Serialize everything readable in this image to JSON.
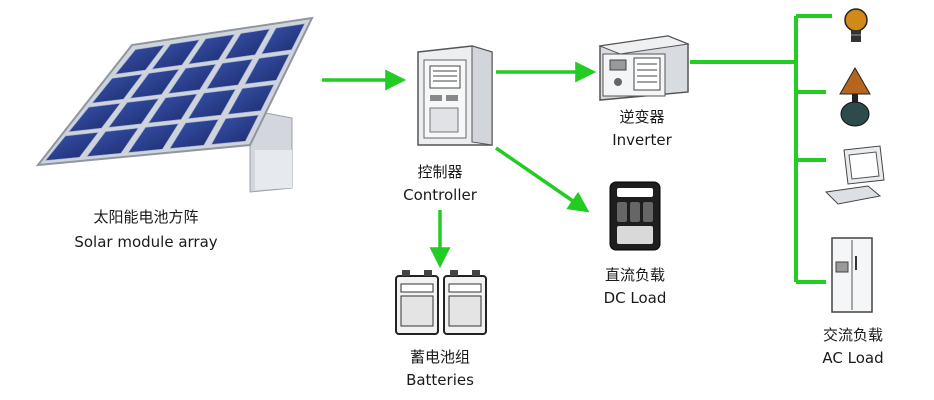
{
  "nodes": {
    "solar_array": {
      "label_zh": "太阳能电池方阵",
      "label_en": "Solar module array"
    },
    "controller": {
      "label_zh": "控制器",
      "label_en": "Controller"
    },
    "inverter": {
      "label_zh": "逆变器",
      "label_en": "Inverter"
    },
    "dc_load": {
      "label_zh": "直流负载",
      "label_en": "DC Load"
    },
    "batteries": {
      "label_zh": "蓄电池组",
      "label_en": "Batteries"
    },
    "ac_load": {
      "label_zh": "交流负载",
      "label_en": "AC Load"
    }
  },
  "ac_devices": [
    "light-bulb-icon",
    "table-lamp-icon",
    "computer-icon",
    "refrigerator-icon"
  ],
  "edges": [
    {
      "from": "solar_array",
      "to": "controller"
    },
    {
      "from": "controller",
      "to": "inverter"
    },
    {
      "from": "controller",
      "to": "dc_load"
    },
    {
      "from": "controller",
      "to": "batteries"
    },
    {
      "from": "inverter",
      "to": "ac_load"
    }
  ],
  "colors": {
    "flow": "#22cc22",
    "panel_cell": "#2a3f8f",
    "panel_frame": "#c9ced6"
  }
}
